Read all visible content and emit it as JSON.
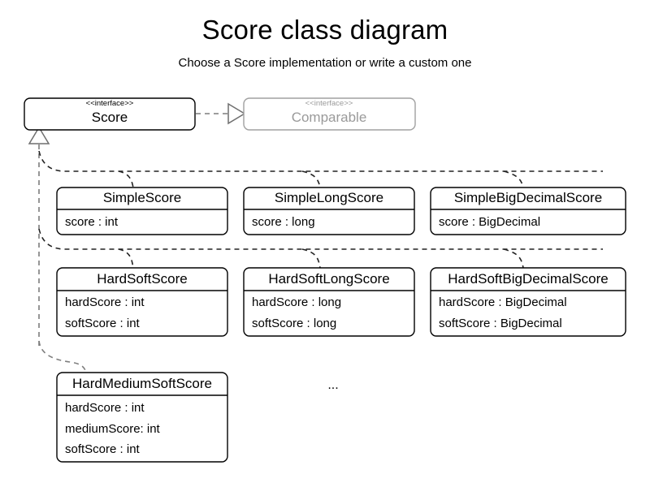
{
  "header": {
    "title": "Score class diagram",
    "subtitle": "Choose a Score implementation or write a custom one"
  },
  "colors": {
    "background": "#ffffff",
    "text": "#000000",
    "muted_text": "#9a9a9a",
    "box_border": "#000000",
    "muted_border": "#a0a0a0",
    "connector": "#7d7d7d",
    "connector_dark": "#222222"
  },
  "diagram": {
    "type": "uml-class-diagram",
    "stereotype_label": "<<interface>>",
    "ellipsis": "...",
    "interfaces": [
      {
        "id": "score",
        "stereotype": "<<interface>>",
        "name": "Score",
        "muted": false
      },
      {
        "id": "comparable",
        "stereotype": "<<interface>>",
        "name": "Comparable",
        "muted": true
      }
    ],
    "classes": [
      {
        "id": "simple-score",
        "name": "SimpleScore",
        "attributes": [
          "score : int"
        ]
      },
      {
        "id": "simple-long-score",
        "name": "SimpleLongScore",
        "attributes": [
          "score : long"
        ]
      },
      {
        "id": "simple-big-decimal-score",
        "name": "SimpleBigDecimalScore",
        "attributes": [
          "score : BigDecimal"
        ]
      },
      {
        "id": "hard-soft-score",
        "name": "HardSoftScore",
        "attributes": [
          "hardScore : int",
          "softScore : int"
        ]
      },
      {
        "id": "hard-soft-long-score",
        "name": "HardSoftLongScore",
        "attributes": [
          "hardScore : long",
          "softScore : long"
        ]
      },
      {
        "id": "hard-soft-big-decimal-score",
        "name": "HardSoftBigDecimalScore",
        "attributes": [
          "hardScore : BigDecimal",
          "softScore : BigDecimal"
        ]
      },
      {
        "id": "hard-medium-soft-score",
        "name": "HardMediumSoftScore",
        "attributes": [
          "hardScore : int",
          "mediumScore: int",
          "softScore : int"
        ]
      }
    ],
    "relationships": [
      {
        "id": "score-realizes-comparable",
        "type": "realization",
        "from": "Score",
        "to": "Comparable"
      },
      {
        "id": "implementations-of-score",
        "type": "generalization",
        "to": "Score",
        "from": [
          "SimpleScore",
          "SimpleLongScore",
          "SimpleBigDecimalScore",
          "HardSoftScore",
          "HardSoftLongScore",
          "HardSoftBigDecimalScore",
          "HardMediumSoftScore"
        ]
      }
    ]
  }
}
